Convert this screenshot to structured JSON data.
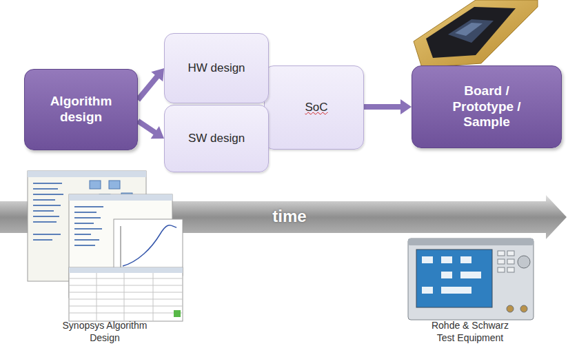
{
  "diagram": {
    "nodes": [
      {
        "text": [
          "Algorithm design"
        ]
      },
      {
        "text": [
          "HW design"
        ]
      },
      {
        "text": [
          "SW design"
        ]
      },
      {
        "text": [
          "SoC"
        ]
      },
      {
        "text": [
          "Board / Prototype / Sample"
        ]
      }
    ],
    "edges": [
      {
        "from": 0,
        "to": 1,
        "arrow": "to"
      },
      {
        "from": 0,
        "to": 2,
        "arrow": "to"
      },
      {
        "from": 3,
        "to": 4,
        "arrow": "to"
      }
    ],
    "labels": [
      "time",
      "Synopsys Algorithm Design",
      "Rohde & Schwarz Test Equipment"
    ]
  }
}
